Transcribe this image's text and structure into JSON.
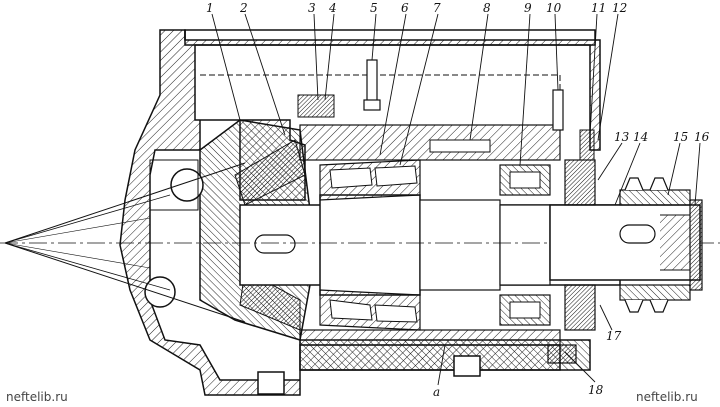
{
  "part_labels": [
    {
      "id": "1",
      "text": "1"
    },
    {
      "id": "2",
      "text": "2"
    },
    {
      "id": "3",
      "text": "3"
    },
    {
      "id": "4",
      "text": "4"
    },
    {
      "id": "5",
      "text": "5"
    },
    {
      "id": "6",
      "text": "6"
    },
    {
      "id": "7",
      "text": "7"
    },
    {
      "id": "8",
      "text": "8"
    },
    {
      "id": "9",
      "text": "9"
    },
    {
      "id": "10",
      "text": "10"
    },
    {
      "id": "11",
      "text": "11"
    },
    {
      "id": "12",
      "text": "12"
    },
    {
      "id": "13",
      "text": "13"
    },
    {
      "id": "14",
      "text": "14"
    },
    {
      "id": "15",
      "text": "15"
    },
    {
      "id": "16",
      "text": "16"
    },
    {
      "id": "17",
      "text": "17"
    },
    {
      "id": "18",
      "text": "18"
    },
    {
      "id": "a",
      "text": "а"
    }
  ],
  "watermarks": {
    "left": "neftelib.ru",
    "right": "neftelib.ru"
  }
}
